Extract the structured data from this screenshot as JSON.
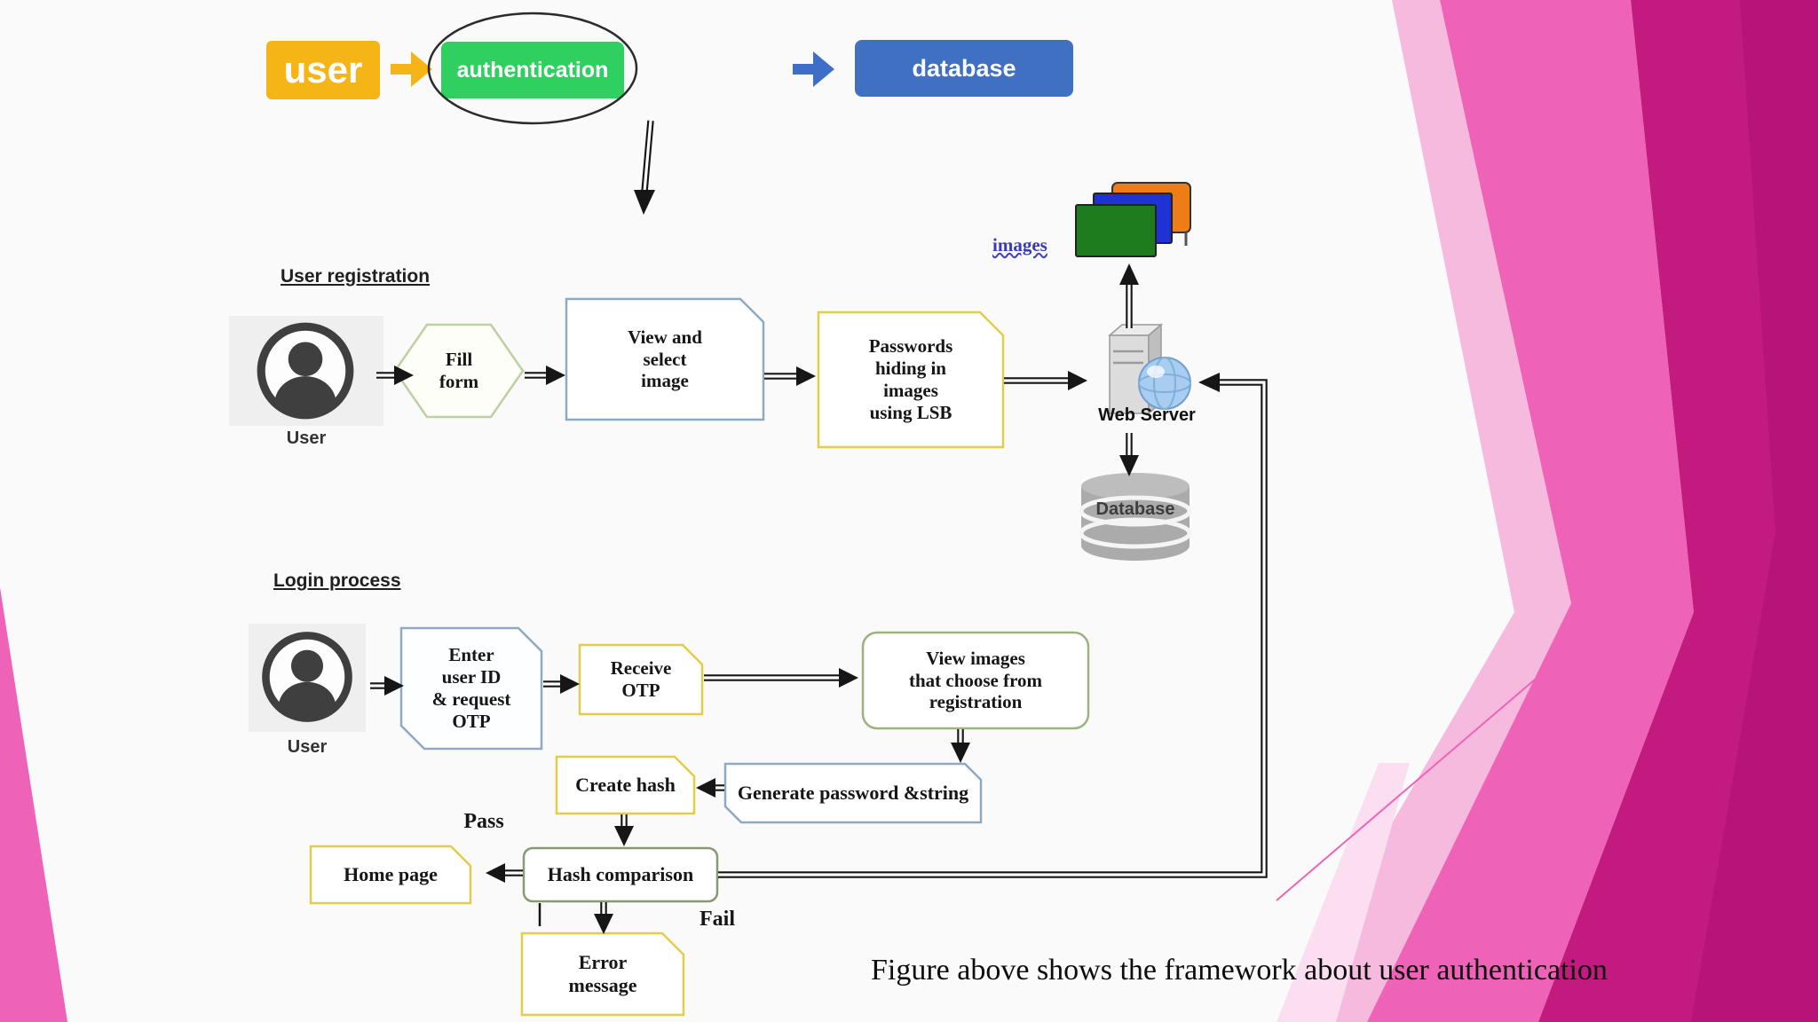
{
  "colors": {
    "user_bg": "#F6B517",
    "auth_bg": "#2FD05F",
    "database_bg": "#4070C2",
    "arrow_yellow": "#F6B517",
    "arrow_blue": "#3E6EC8",
    "note_yellow": "#E3CC4A",
    "note_blue": "#8EA9C1",
    "note_green": "#9BB37E",
    "hex_green": "#BCD1A2",
    "pink_light": "#F5BADE",
    "pink_lighter": "#FBDFF1",
    "pink_medium": "#EE63B7",
    "pink_dark": "#C31A80",
    "pink_deep": "#AE0F70",
    "img_orange": "#EE7D18",
    "img_blue": "#1F32D6",
    "img_green": "#1E7C1E"
  },
  "top_flow": {
    "user": "user",
    "authentication": "authentication",
    "database": "database"
  },
  "registration": {
    "label": "User registration",
    "user": "User",
    "fill_form": "Fill\nform",
    "view_select": "View and\nselect\nimage",
    "passwords_lsb": "Passwords\nhiding in\nimages\nusing LSB"
  },
  "server": {
    "images": "images",
    "web_server": "Web Server",
    "database": "Database"
  },
  "login": {
    "label": "Login process",
    "user": "User",
    "enter_id": "Enter\nuser ID\n& request\nOTP",
    "receive_otp": "Receive\nOTP",
    "view_images": "View images\nthat choose from\nregistration",
    "generate": "Generate password &string",
    "create_hash": "Create hash",
    "hash_comparison": "Hash comparison",
    "pass": "Pass",
    "fail": "Fail",
    "home_page": "Home page",
    "error": "Error\nmessage"
  },
  "caption": "Figure above shows the framework about user authentication"
}
